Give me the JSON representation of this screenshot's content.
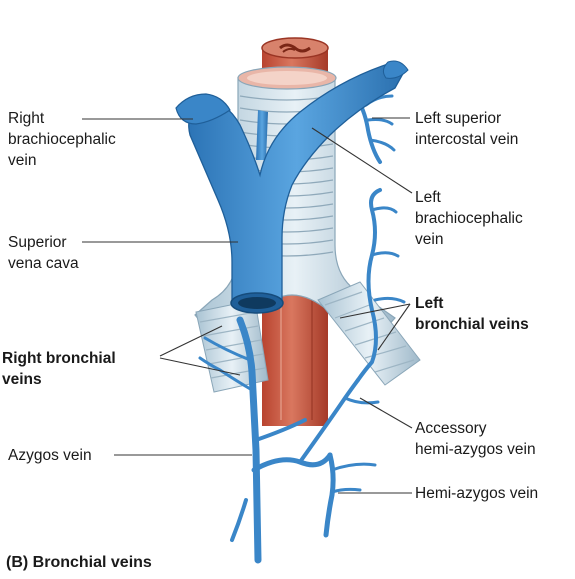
{
  "labels": {
    "right_brachiocephalic": "Right\nbrachiocephalic\nvein",
    "superior_vena_cava": "Superior\nvena cava",
    "right_bronchial": "Right bronchial\nveins",
    "azygos": "Azygos vein",
    "left_superior_intercostal": "Left superior\nintercostal vein",
    "left_brachiocephalic": "Left\nbrachiocephalic\nvein",
    "left_bronchial": "Left\nbronchial veins",
    "accessory_hemiazygos": "Accessory\nhemi-azygos vein",
    "hemiazygos": "Hemi-azygos vein"
  },
  "caption": "(B) Bronchial veins",
  "colors": {
    "vein": "#3a86c8",
    "vein_dark": "#1f5f99",
    "esophagus": "#c8553f",
    "trachea": "#cfe0ea",
    "leader": "#333333"
  }
}
